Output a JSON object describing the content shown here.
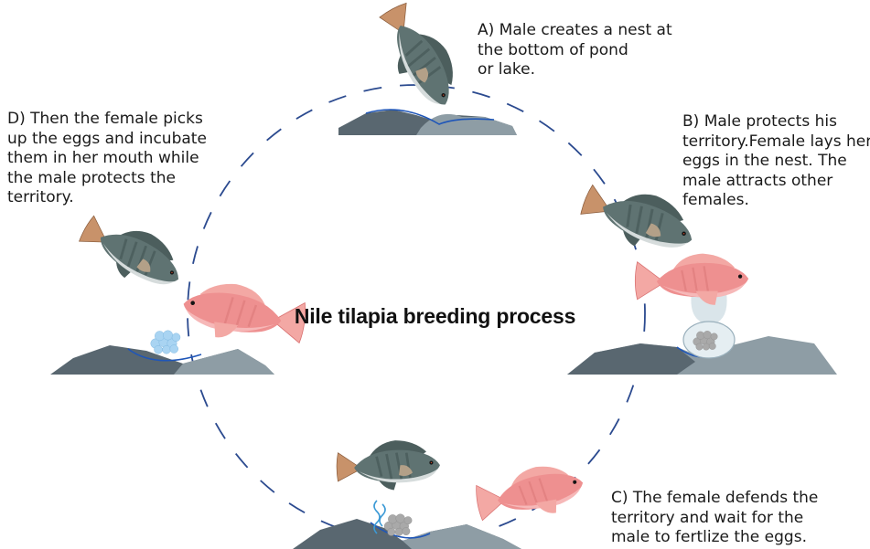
{
  "title": "Nile tilapia breeding process",
  "steps": [
    {
      "id": "A",
      "lines": [
        "A) Male creates a nest at",
        "the bottom of pond",
        "or lake."
      ]
    },
    {
      "id": "B",
      "lines": [
        "B) Male protects his",
        "territory.Female lays her",
        "eggs in the nest. The",
        "male attracts other",
        "females."
      ]
    },
    {
      "id": "C",
      "lines": [
        "C) The female defends the",
        "territory and  wait for the",
        "male to fertlize the eggs."
      ]
    },
    {
      "id": "D",
      "lines": [
        "D) Then the female picks",
        "up the eggs and incubate",
        "them in her mouth while",
        "the male protects the",
        "territory."
      ]
    }
  ],
  "colors": {
    "cycle": "#2b4a8f",
    "rock_dark": "#596770",
    "rock_light": "#8e9da5",
    "water_line": "#1f56b8",
    "male_body": "#5f7372",
    "male_belly": "#d6dcdc",
    "male_tail": "#c8926a",
    "male_patch": "#b3a088",
    "female_body": "#ee9090",
    "female_fin": "#f3a8a4",
    "eggs_grey": "#a9a9a9",
    "eggs_blue": "#a9d4f2",
    "bubble_fill": "#e5eef2"
  },
  "icons": [
    "male-tilapia-icon",
    "female-tilapia-icon",
    "egg-cluster-icon",
    "rock-nest-icon",
    "egg-callout-icon",
    "sperm-icon"
  ]
}
